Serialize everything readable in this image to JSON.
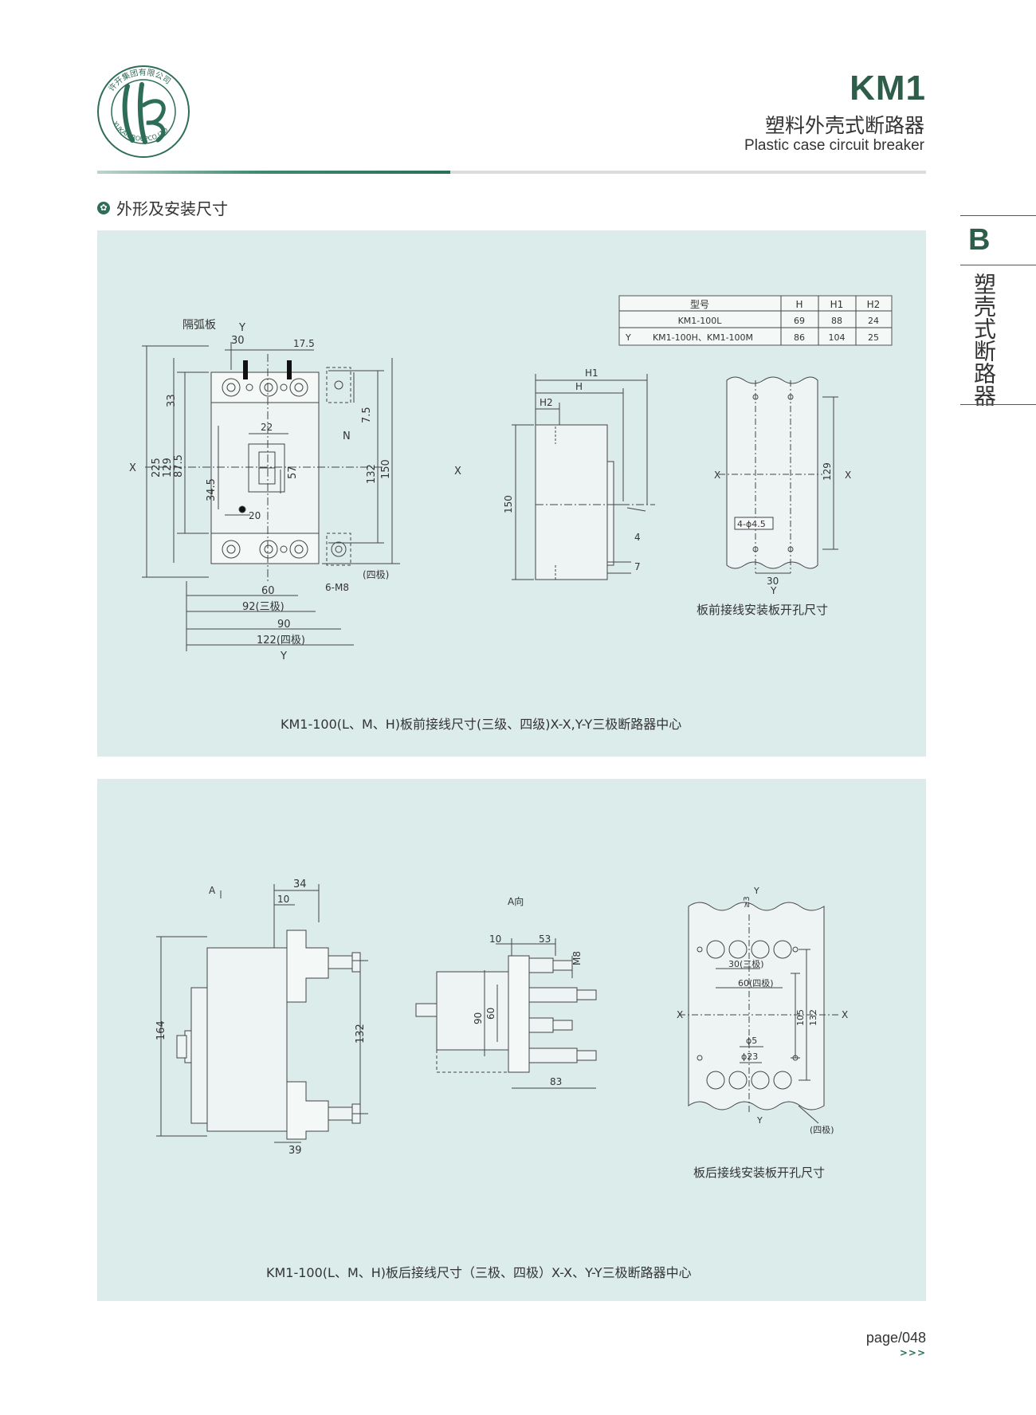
{
  "header": {
    "logo_text_top": "许开集团有限公司",
    "logo_text_bottom": "XUKAIGROUPCO.LTD",
    "model": "KM1",
    "title_cn": "塑料外壳式断路器",
    "title_en": "Plastic case circuit breaker"
  },
  "section": {
    "title": "外形及安装尺寸"
  },
  "side_tab": {
    "letter": "B",
    "label": "塑壳式断路器"
  },
  "table": {
    "headers": [
      "型号",
      "H",
      "H1",
      "H2"
    ],
    "rows": [
      {
        "label": "KM1-100L",
        "h": "69",
        "h1": "88",
        "h2": "24"
      },
      {
        "label": "KM1-100H、KM1-100M",
        "h": "86",
        "h1": "104",
        "h2": "25"
      }
    ]
  },
  "front": {
    "labels": {
      "arc_plate": "隔弧板",
      "y_top": "Y",
      "d30": "30",
      "d17_5": "17.5",
      "d33": "33",
      "d22": "22",
      "n": "N",
      "d7_5": "7.5",
      "x_left": "X",
      "d225": "225",
      "d129": "129",
      "d87_5": "87.5",
      "d57": "57",
      "d34_5": "34.5",
      "d20": "20",
      "d132": "132",
      "d150": "150",
      "x_right": "X",
      "four_pole": "(四极)",
      "d60": "60",
      "m8": "6-M8",
      "d92": "92(三极)",
      "d90": "90",
      "d122": "122(四极)",
      "y_bottom": "Y"
    },
    "side_labels": {
      "h1": "H1",
      "h": "H",
      "h2": "H2",
      "d150": "150",
      "d4": "4",
      "d7": "7"
    },
    "cutout_labels": {
      "x_left": "X",
      "x_right": "X",
      "d129": "129",
      "holes": "4-ϕ4.5",
      "d30": "30",
      "y": "Y"
    },
    "cutout_caption": "板前接线安装板开孔尺寸",
    "caption": "KM1-100(L、M、H)板前接线尺寸(三级、四级)X-X,Y-Y三极断路器中心"
  },
  "rear": {
    "labels": {
      "a_arrow": "A",
      "d34": "34",
      "d10": "10",
      "d164": "164",
      "d132": "132",
      "d39": "39"
    },
    "view_labels": {
      "a_view": "A向",
      "d10": "10",
      "d53": "53",
      "m8": "M8",
      "d90": "90",
      "d60": "60",
      "d83": "83"
    },
    "cutout_labels": {
      "y_top": "Y",
      "d3": "≥3",
      "d30": "30(三极)",
      "d60": "60(四极)",
      "x_left": "X",
      "x_right": "X",
      "d105": "105",
      "d132": "132",
      "d5": "ϕ5",
      "d23": "ϕ23",
      "y_bottom": "Y",
      "four_pole": "(四极)"
    },
    "cutout_caption": "板后接线安装板开孔尺寸",
    "caption": "KM1-100(L、M、H)板后接线尺寸（三极、四极）X-X、Y-Y三极断路器中心"
  },
  "footer": {
    "page": "page/048",
    "arrows": ">>>"
  },
  "colors": {
    "brand": "#2e5e4a",
    "panel": "#dcecea",
    "accent": "#2e6e58"
  }
}
